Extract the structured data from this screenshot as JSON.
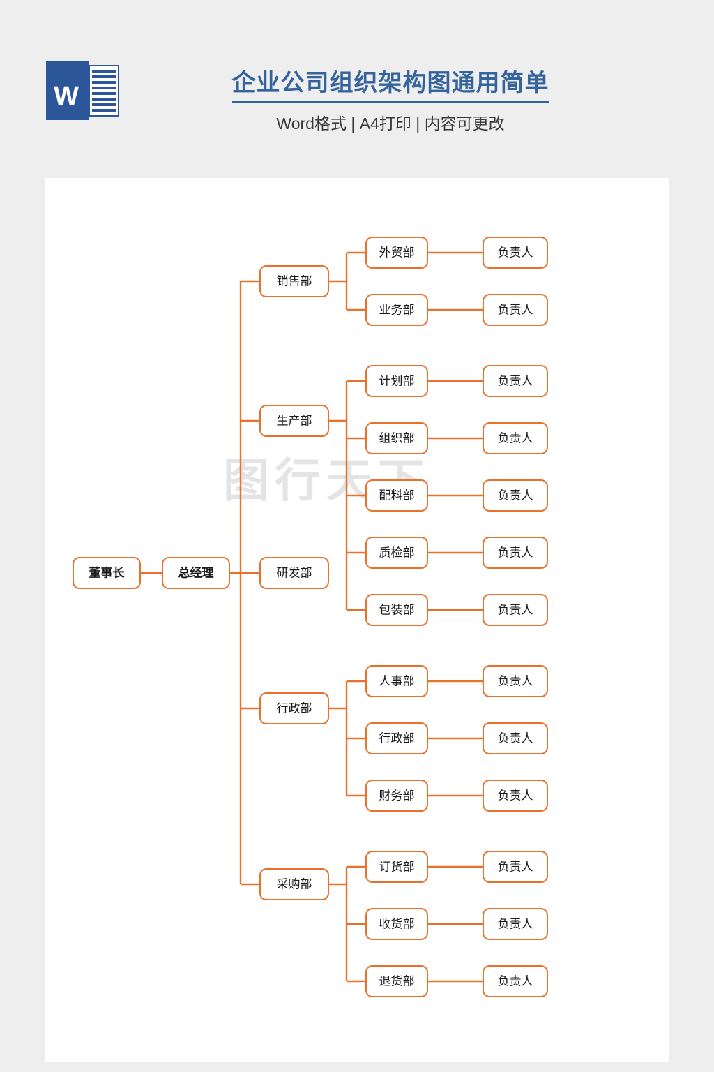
{
  "header": {
    "icon_name": "word-document-icon",
    "icon_letter": "W",
    "title": "企业公司组织架构图通用简单",
    "subtitle": "Word格式 | A4打印 | 内容可更改",
    "title_color": "#35639c",
    "icon_color": "#2b579a"
  },
  "page": {
    "background": "#eeeeee",
    "sheet_color": "#ffffff",
    "watermark": "图行天下"
  },
  "chart_data": {
    "type": "diagram",
    "subtype": "organization-chart",
    "title": "企业公司组织架构图通用简单",
    "orientation": "left-to-right",
    "node_color": "#ffffff",
    "border_color": "#e8722c",
    "link_color": "#e8722c",
    "leaf_label": "负责人",
    "root": {
      "label": "董事长",
      "bold": true
    },
    "level2": {
      "label": "总经理",
      "bold": true
    },
    "departments": [
      {
        "label": "销售部",
        "children": [
          {
            "label": "外贸部",
            "leaf": "负责人"
          },
          {
            "label": "业务部",
            "leaf": "负责人"
          }
        ]
      },
      {
        "label": "生产部",
        "children": [
          {
            "label": "计划部",
            "leaf": "负责人"
          },
          {
            "label": "组织部",
            "leaf": "负责人"
          },
          {
            "label": "配料部",
            "leaf": "负责人"
          },
          {
            "label": "质检部",
            "leaf": "负责人"
          },
          {
            "label": "包装部",
            "leaf": "负责人"
          }
        ]
      },
      {
        "label": "研发部",
        "children": []
      },
      {
        "label": "行政部",
        "children": [
          {
            "label": "人事部",
            "leaf": "负责人"
          },
          {
            "label": "行政部",
            "leaf": "负责人"
          },
          {
            "label": "财务部",
            "leaf": "负责人"
          }
        ]
      },
      {
        "label": "采购部",
        "children": [
          {
            "label": "订货部",
            "leaf": "负责人"
          },
          {
            "label": "收货部",
            "leaf": "负责人"
          },
          {
            "label": "退货部",
            "leaf": "负责人"
          }
        ]
      }
    ]
  }
}
